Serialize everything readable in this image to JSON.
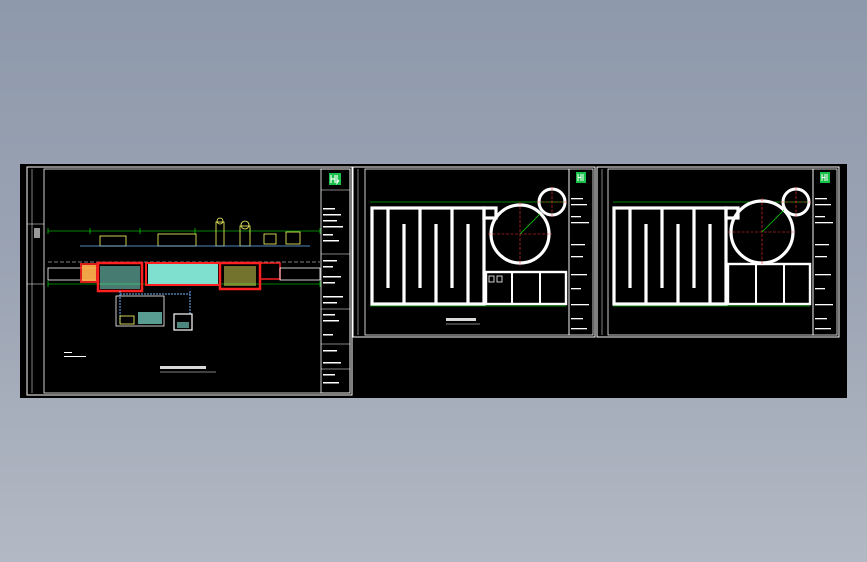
{
  "viewer": {
    "background_top": "#8e99ab",
    "background_bottom": "#b3b9c4",
    "canvas_color": "#000000"
  },
  "sheets": [
    {
      "id": "section-sheet",
      "kind": "elevation-section",
      "title": "",
      "logo_icon": "company-logo-icon"
    },
    {
      "id": "plan-sheet-1",
      "kind": "tank-plan",
      "title": "",
      "logo_icon": "company-logo-icon"
    },
    {
      "id": "plan-sheet-2",
      "kind": "tank-plan",
      "title": "",
      "logo_icon": "company-logo-icon"
    }
  ],
  "colors": {
    "frame": "#ffffff",
    "dimension": "#00ff00",
    "water": "#7fe0d0",
    "wall_red": "#ff2020",
    "equipment_yellow": "#ffff66",
    "pipe_blue": "#6fb7ff",
    "centerline_red": "#ff3030",
    "logo_green": "#19c24a"
  }
}
